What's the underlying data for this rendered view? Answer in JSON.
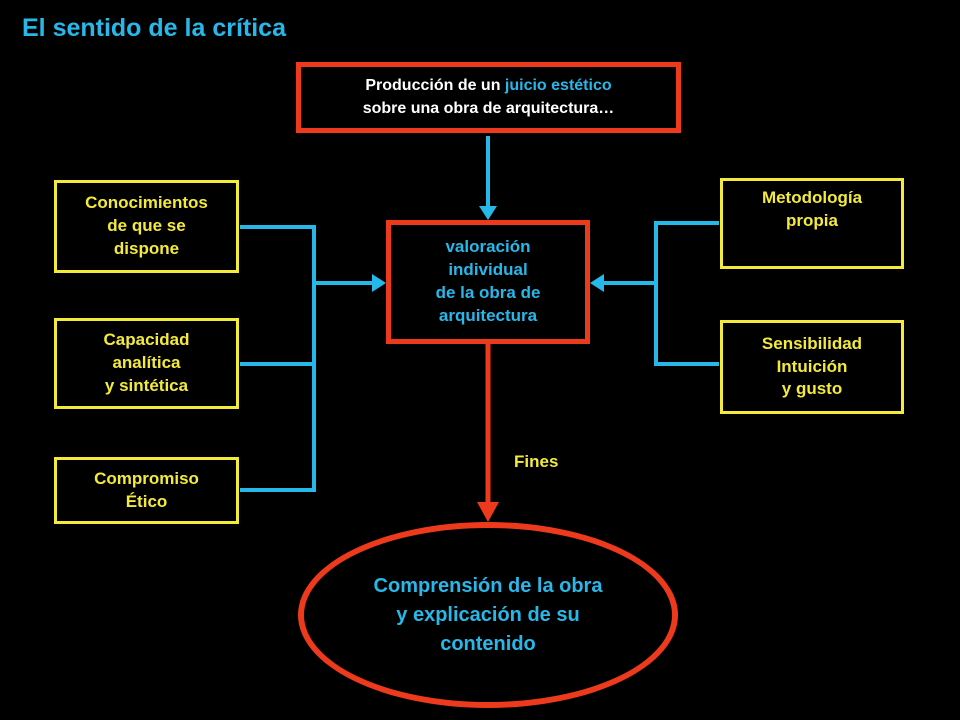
{
  "title": "El sentido de la crítica",
  "top_box": {
    "line1_pre": "Producción de un ",
    "line1_highlight": "juicio estético",
    "line2": "sobre una obra de arquitectura…"
  },
  "center_box": {
    "lines": [
      "valoración",
      "individual",
      "de la obra de",
      "arquitectura"
    ]
  },
  "left_boxes": {
    "conocimientos": [
      "Conocimientos",
      "de que se",
      "dispone"
    ],
    "capacidad": [
      "Capacidad",
      "analítica",
      "y sintética"
    ],
    "compromiso": [
      "Compromiso",
      "Ético"
    ]
  },
  "right_boxes": {
    "metodologia": [
      "Metodología",
      "propia"
    ],
    "sensibilidad": [
      "Sensibilidad",
      "Intuición",
      "y gusto"
    ]
  },
  "fines_label": "Fines",
  "result": {
    "lines": [
      "Comprensión de la obra",
      "y explicación de su",
      "contenido"
    ]
  },
  "colors": {
    "background": "#000000",
    "connector_blue": "#27b8ea",
    "arrow_red": "#ee3a1c",
    "box_yellow": "#f3ea3a",
    "box_red": "#ee3a1c"
  }
}
